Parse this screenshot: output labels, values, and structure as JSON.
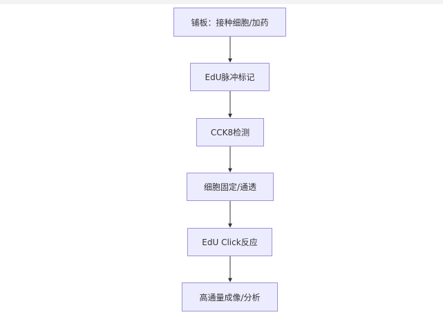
{
  "flowchart": {
    "nodes": [
      {
        "id": "plating",
        "label": "铺板：接种细胞/加药"
      },
      {
        "id": "edu-pulse",
        "label": "EdU脉冲标记"
      },
      {
        "id": "cck8",
        "label": "CCK8检测"
      },
      {
        "id": "fix-perm",
        "label": "细胞固定/通透"
      },
      {
        "id": "edu-click",
        "label": "EdU Click反应"
      },
      {
        "id": "imaging",
        "label": "高通量成像/分析"
      }
    ],
    "edges": [
      {
        "from": "plating",
        "to": "edu-pulse"
      },
      {
        "from": "edu-pulse",
        "to": "cck8"
      },
      {
        "from": "cck8",
        "to": "fix-perm"
      },
      {
        "from": "fix-perm",
        "to": "edu-click"
      },
      {
        "from": "edu-click",
        "to": "imaging"
      }
    ],
    "colors": {
      "node_fill": "#ececff",
      "node_border": "#9f8fd8",
      "edge": "#333333"
    }
  }
}
